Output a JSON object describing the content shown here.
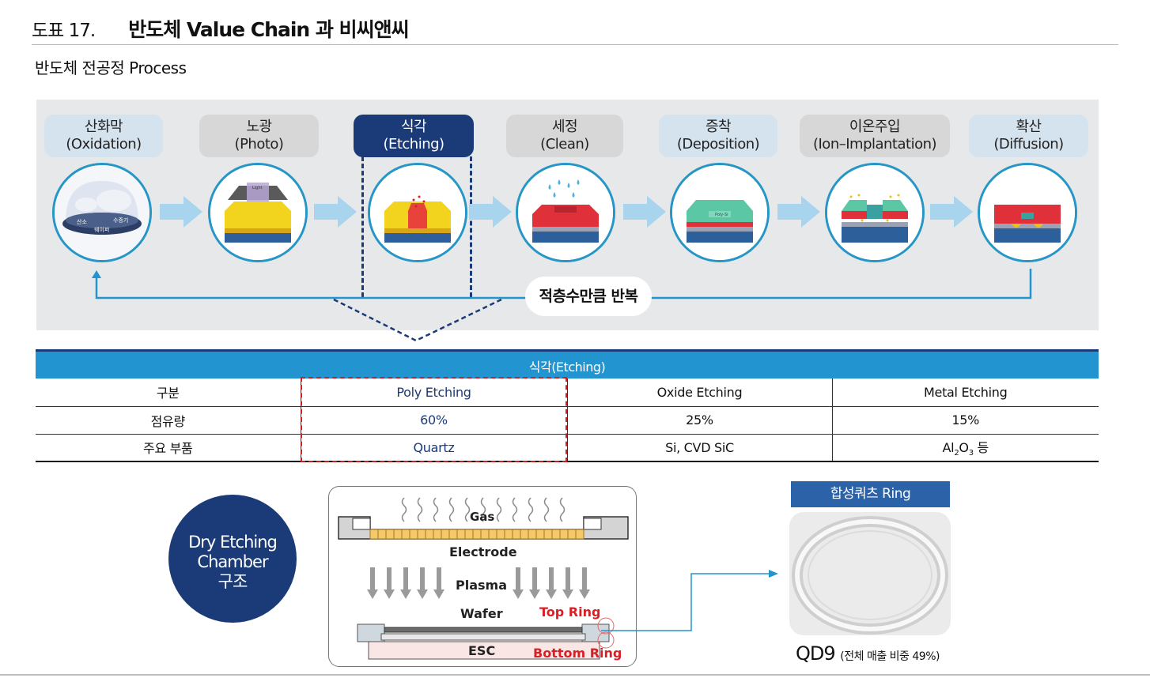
{
  "header": {
    "label": "도표 17.",
    "title": "반도체 Value Chain 과 비씨앤씨"
  },
  "subtitle": "반도체 전공정 Process",
  "process_steps": [
    {
      "name": "산화막",
      "name_en": "(Oxidation)",
      "style": "light"
    },
    {
      "name": "노광",
      "name_en": "(Photo)",
      "style": "gray"
    },
    {
      "name": "식각",
      "name_en": "(Etching)",
      "style": "active"
    },
    {
      "name": "세정",
      "name_en": "(Clean)",
      "style": "gray"
    },
    {
      "name": "증착",
      "name_en": "(Deposition)",
      "style": "light"
    },
    {
      "name": "이온주입",
      "name_en": "(Ion–Implantation)",
      "style": "gray"
    },
    {
      "name": "확산",
      "name_en": "(Diffusion)",
      "style": "light"
    }
  ],
  "oxidation_labels": {
    "oxygen": "산소",
    "steam": "수증기",
    "wafer": "웨이퍼"
  },
  "photo_light_label": "Light",
  "deposition_poly_label": "Poly-Si",
  "repeat_label": "적층수만큼 반복",
  "etching_table": {
    "header": "식각(Etching)",
    "rows": [
      {
        "label": "구분",
        "poly": "Poly Etching",
        "oxide": "Oxide Etching",
        "metal": "Metal Etching"
      },
      {
        "label": "점유량",
        "poly": "60%",
        "oxide": "25%",
        "metal": "15%"
      },
      {
        "label": "주요 부품",
        "poly": "Quartz",
        "oxide": "Si, CVD SiC",
        "metal_main": "Al",
        "metal_sub1": "2",
        "metal_mid": "O",
        "metal_sub2": "3",
        "metal_tail": " 등"
      }
    ]
  },
  "chamber": {
    "title_line1": "Dry Etching",
    "title_line2": "Chamber",
    "title_line3": "구조",
    "gas": "Gas",
    "electrode": "Electrode",
    "plasma": "Plasma",
    "wafer": "Wafer",
    "top_ring": "Top Ring",
    "esc": "ESC",
    "bottom_ring": "Bottom Ring"
  },
  "ring_product": {
    "title": "합성쿼츠 Ring",
    "name": "QD9",
    "share": "(전체 매출 비중 49%)"
  },
  "colors": {
    "navy": "#1b3a78",
    "accent_blue": "#2294cf",
    "circle_border": "#2596c6",
    "arrow_fill": "#a9d4ee",
    "highlight_red": "#cc1f1f",
    "ring_text_red": "#d91f26"
  }
}
